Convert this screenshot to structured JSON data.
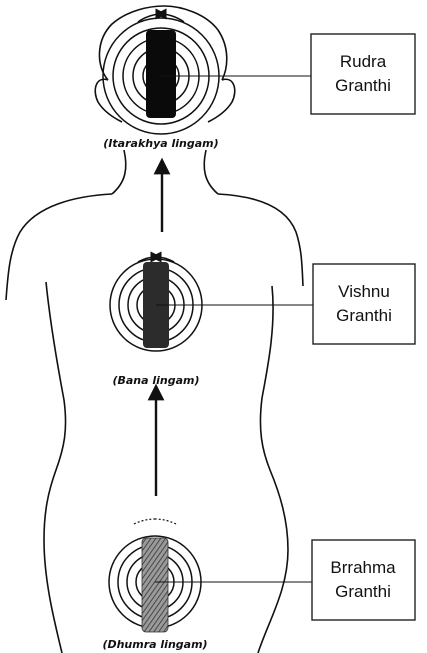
{
  "diagram": {
    "chakras": [
      {
        "lingam_label": "(Itarakhya lingam)",
        "granthi_line1": "Rudra",
        "granthi_line2": "Granthi",
        "pillar_fill": "#0a0a0a"
      },
      {
        "lingam_label": "(Bana lingam)",
        "granthi_line1": "Vishnu",
        "granthi_line2": "Granthi",
        "pillar_fill": "#2c2c2c"
      },
      {
        "lingam_label": "(Dhumra lingam)",
        "granthi_line1": "Brrahma",
        "granthi_line2": "Granthi",
        "pillar_fill": "#7a7a7a"
      }
    ],
    "colors": {
      "stroke": "#111111",
      "box_border": "#222222",
      "background": "#ffffff"
    }
  }
}
